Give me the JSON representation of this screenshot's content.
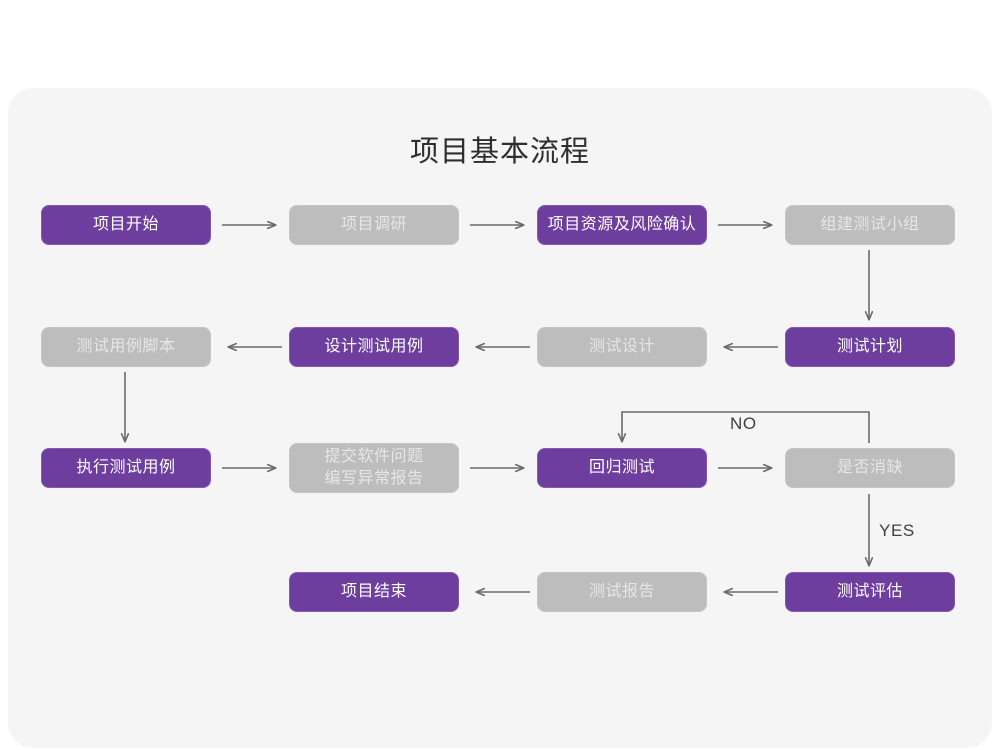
{
  "card": {
    "background_color": "#f5f5f5"
  },
  "title": "项目基本流程",
  "theme": {
    "purple": "#6e3e9e",
    "purple_border": "#8558ae",
    "gray": "#bdbdbd",
    "gray_text": "#e6e6e6",
    "connector": "#6a6a6a",
    "page_background": "#ffffff",
    "title_color": "#2e2e2e"
  },
  "nodes": [
    {
      "id": "n1",
      "label": "项目开始",
      "style": "purple",
      "row": 1,
      "col": 1
    },
    {
      "id": "n2",
      "label": "项目调研",
      "style": "gray",
      "row": 1,
      "col": 2
    },
    {
      "id": "n3",
      "label": "项目资源及风险确认",
      "style": "purple",
      "row": 1,
      "col": 3
    },
    {
      "id": "n4",
      "label": "组建测试小组",
      "style": "gray",
      "row": 1,
      "col": 4
    },
    {
      "id": "n5",
      "label": "测试用例脚本",
      "style": "gray",
      "row": 2,
      "col": 1
    },
    {
      "id": "n6",
      "label": "设计测试用例",
      "style": "purple",
      "row": 2,
      "col": 2
    },
    {
      "id": "n7",
      "label": "测试设计",
      "style": "gray",
      "row": 2,
      "col": 3
    },
    {
      "id": "n8",
      "label": "测试计划",
      "style": "purple",
      "row": 2,
      "col": 4
    },
    {
      "id": "n9",
      "label": "执行测试用例",
      "style": "purple",
      "row": 3,
      "col": 1
    },
    {
      "id": "n10",
      "label": "提交软件问题\n编写异常报告",
      "style": "gray",
      "row": 3,
      "col": 2
    },
    {
      "id": "n11",
      "label": "回归测试",
      "style": "purple",
      "row": 3,
      "col": 3
    },
    {
      "id": "n12",
      "label": "是否消缺",
      "style": "gray",
      "row": 3,
      "col": 4
    },
    {
      "id": "n13",
      "label": "项目结束",
      "style": "purple",
      "row": 4,
      "col": 2
    },
    {
      "id": "n14",
      "label": "测试报告",
      "style": "gray",
      "row": 4,
      "col": 3
    },
    {
      "id": "n15",
      "label": "测试评估",
      "style": "purple",
      "row": 4,
      "col": 4
    }
  ],
  "edge_labels": {
    "no": "NO",
    "yes": "YES"
  }
}
